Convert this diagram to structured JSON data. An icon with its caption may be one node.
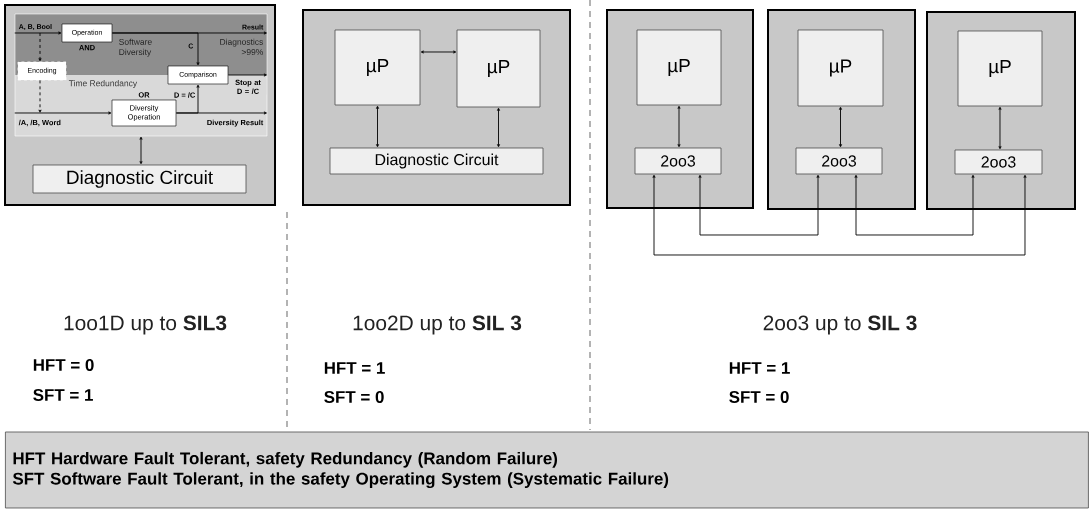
{
  "diagram": {
    "nodes": [
      {
        "text": [],
        "shape": "box"
      },
      {
        "text": [],
        "shape": "box",
        "in": 0
      },
      {
        "text": [
          "Operation"
        ],
        "in": 1,
        "beside": [
          "AND"
        ]
      },
      {
        "text": [
          "Encoding"
        ],
        "in": 1
      },
      {
        "text": [
          "Comparison"
        ],
        "in": 1
      },
      {
        "text": [
          "Diversity Operation"
        ],
        "in": 1,
        "beside": [
          "OR"
        ]
      },
      {
        "text": [
          "Diagnostic Circuit"
        ],
        "in": 0
      },
      {
        "text": [],
        "shape": "box"
      },
      {
        "text": [
          "µP"
        ],
        "in": 7
      },
      {
        "text": [
          "µP"
        ],
        "in": 7
      },
      {
        "text": [
          "Diagnostic Circuit"
        ],
        "in": 7
      },
      {
        "text": [],
        "shape": "box"
      },
      {
        "text": [],
        "shape": "box"
      },
      {
        "text": [],
        "shape": "box"
      },
      {
        "text": [
          "µP"
        ],
        "in": 11
      },
      {
        "text": [
          "2oo3"
        ],
        "in": 11
      },
      {
        "text": [
          "µP"
        ],
        "in": 12
      },
      {
        "text": [
          "2oo3"
        ],
        "in": 12
      },
      {
        "text": [
          "µP"
        ],
        "in": 13
      },
      {
        "text": [
          "2oo3"
        ],
        "in": 13
      },
      {
        "text": [
          "HFT Hardware Fault Tolerant, safety Redundancy (Random Failure)",
          "SFT Software Fault Tolerant, in the safety Operating System (Systematic Failure)"
        ]
      }
    ],
    "edges": [
      {
        "from": 1,
        "to": 2,
        "arrow": "to",
        "label": "A, B, Bool"
      },
      {
        "from": 2,
        "to": 1,
        "arrow": "to",
        "label": "Result"
      },
      {
        "from": 2,
        "to": 4,
        "arrow": "to",
        "label": "C"
      },
      {
        "from": 4,
        "to": 1,
        "arrow": "to",
        "label": "Stop at D = /C"
      },
      {
        "from": 1,
        "to": 3,
        "arrow": "to",
        "style": "dashed"
      },
      {
        "from": 3,
        "to": 1,
        "arrow": "to",
        "style": "dashed"
      },
      {
        "from": 1,
        "to": 5,
        "arrow": "to",
        "label": "/A, /B, Word"
      },
      {
        "from": 5,
        "to": 1,
        "arrow": "to",
        "label": "Diversity Result"
      },
      {
        "from": 5,
        "to": 4,
        "arrow": "to",
        "label": "D = /C"
      },
      {
        "from": 1,
        "to": 6,
        "arrow": "both"
      },
      {
        "from": 8,
        "to": 9,
        "arrow": "both"
      },
      {
        "from": 8,
        "to": 10,
        "arrow": "both"
      },
      {
        "from": 9,
        "to": 10,
        "arrow": "both"
      },
      {
        "from": 14,
        "to": 15,
        "arrow": "both"
      },
      {
        "from": 16,
        "to": 17,
        "arrow": "both"
      },
      {
        "from": 18,
        "to": 19,
        "arrow": "both"
      },
      {
        "from": 15,
        "to": 17,
        "arrow": "both"
      },
      {
        "from": 17,
        "to": 19,
        "arrow": "both"
      },
      {
        "from": 15,
        "to": 19,
        "arrow": "both"
      }
    ],
    "labels": [
      "Software Diversity",
      "Diagnostics >99%",
      "Time Redundancy",
      "1oo1D up to **SIL3**",
      "HFT = 0",
      "SFT = 1",
      "1oo2D up to **SIL 3**",
      "HFT = 1",
      "SFT = 0",
      "2oo3 up to **SIL 3**",
      "HFT = 1",
      "SFT = 0"
    ]
  }
}
